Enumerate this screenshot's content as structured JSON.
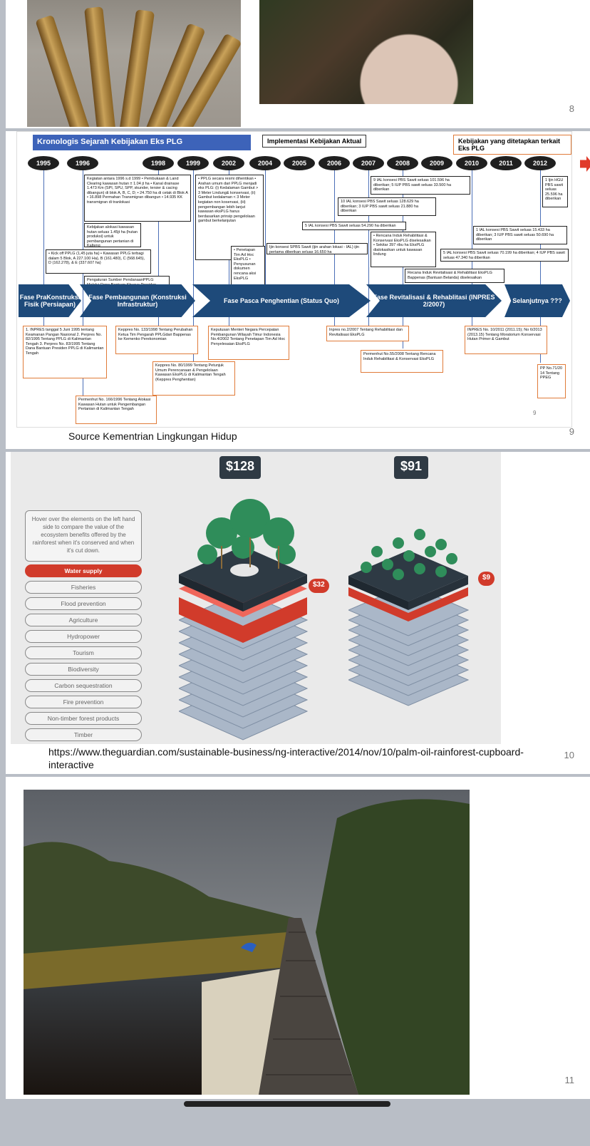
{
  "slides": [
    {
      "number": "8"
    },
    {
      "number": "9",
      "inner_number": "9",
      "title": "Kronologis Sejarah Kebijakan Eks PLG",
      "legend_actual": "Implementasi Kebijakan Aktual",
      "legend_policy": "Kebijakan yang ditetapkan terkait Eks PLG",
      "years": [
        "1995",
        "1996",
        "1998",
        "1999",
        "2002",
        "2004",
        "2005",
        "2006",
        "2007",
        "2008",
        "2009",
        "2010",
        "2011",
        "2012"
      ],
      "phases": [
        "Fase PraKonstruksi Fisik (Persiapan)",
        "Fase Pembangunan (Konstruksi Infrastruktur)",
        "Fase Pasca Penghentian (Status Quo)",
        "Fase Revitalisasi & Rehablitasi (INPRES 2/2007)",
        "Selanjutnya ???"
      ],
      "black_boxes": [
        "Kegiatan antara 1996 s.d 1999 • Pembukaan & Land Clearing kawasan hutan ± 1.04 jt ha • Kanal drainase 1.473 Km (SPI, SPU, SPP, skunder, tersier & cacing dibangun) di blok A, B, C, D; • 24.750 ha di cetak di Blok A • 16.898 Permahan Transmigran dibangun • 14.935 KK transmigran di tranlokasi",
        "• PPLG secara resmi dihentikan • Arahan umum dari PPLG menjadi eks PLG: (i) Kedalaman Gambut > 3 Meter Lindung& konservasi, (ii) Gambut kedalaman < 3 Meter kegiatan non koservasi, (iii) pengembangan lebih lanjut kawasan eksPLG harus berdasarkan prinsip pengelolaan gambut berkelanjutan",
        "Kebijakan alokasi kawasan hutan seluas 1.45jt ha (hutan produksi) untuk pembangunan pertanian di Kalteng",
        "• Kick off PPLG (1,45 juta ha) • Kawasan PPLG terbagi dalam 5 Blok, A 227.100 Ha), B (161.480), C (568.645), D (162.278), & E (337.607 ha)",
        "Pengaturan Sumber PendanaanPPLG Melalui Dana Bantuan Khusus Presiden",
        "• Penetapan Tim Ad Hoc EksPLG • Penyusunan dokumen rencana aksi EksPLG",
        "Ijin konsesi SPBS Sawit (ijin arahan lokasi - IAL) ijin pertama diberikan seluas 16.650 ha",
        "9 IAL konsesi PBS Sawit seluas 101.596 ha diberikan; 5 IUP PBS sawit seluas 33.500 ha diberikan",
        "10 IAL konsesi PBS Sawit seluas 128.629 ha diberikan; 3 IUP PBS sawit seluas 21.880 ha diberikan",
        "5 IAL konsesi PBS Sawit seluas 54.290 ha diberikan",
        "• Rencana Induk Rehabilitasi & Konservasi EksPLG diselesaikan • Sekitar 397 ribu ha EksPLG dialokasikan untuk kawasan lindung",
        "Recana Induk Revitalisasi & Rehablitasi EksPLG Bappenas (Bantuan Belanda) diselesaikan",
        "1 IAL konsesi PBS Sawit seluas 15.433 ha diberikan; 3 IUP PBS sawit seluas 50.690 ha diberikan",
        "5 IAL konsesi PBS Sawit seluas 70.199 ha diberikan; 4 IUP PBS sawit seluas 47.340 ha diberikan",
        "1 Ijin HGU PBS sawit seluas 25.596 ha diberikan"
      ],
      "orange_boxes": [
        "1. INPRES tanggal 5 Juni 1995 tentang Keamanan Pangan Nasional 2. Perpres No. 82/1995 Tentang PPLG di Kalimantan Tengah 3. Perpres No. 83/1995 Tentang Dana Bantuan Presiden PPLG di Kalimantan Tengah",
        "Keppres No. 133/1998 Tentang Perubahan Ketua Tim Pengarah PPLGdari Bappenas ke Kemenko Perekonomian",
        "Keppres No. 80/1999 Tentang Petunjuk Umum Perencanaan & Pengelolaan Kawasan EksPLG di Kalimantan Tengah (Keppres Penghentian)",
        "Permenhut No. 166/1996 Tentang Alokasi Kawasan Hutan untuk Pengembangan Pertanian di Kalimantan Tengah",
        "Keputusan Menteri Negara Percepatan Pembangunan Wilayah Timur Indonesia No.4/2002 Tentang Penetapan Tim Ad Hoc Penyelesaian EksPLG",
        "Inpres no.2/2007 Tentang Rehabilitasi dan Revitalisasi EksPLG",
        "Permenhut No.55/2008 Tentang Rencana Induk Rehabilitasi & Konservasi EksPLG",
        "INPRES No. 10/2011 (2011.15); No 6/2013 (2013.15) Tentang Moratorium Konservasi Hutan Primer & Gambut",
        "PP No.71/20 14 Tentang PPEG"
      ],
      "source": "Source Kementrian Lingkungan Hidup"
    },
    {
      "number": "10",
      "price_left": "$128",
      "price_right": "$91",
      "tag_left": "$32",
      "tag_right": "$9",
      "hint": "Hover over the elements on the left hand side to compare the value of the ecosystem benefits offered by the rainforest when it's conserved and when it's cut down.",
      "benefits": [
        "Water supply",
        "Fisheries",
        "Flood prevention",
        "Agriculture",
        "Hydropower",
        "Tourism",
        "Biodiversity",
        "Carbon sequestration",
        "Fire prevention",
        "Non-timber forest products",
        "Timber"
      ],
      "active_benefit": "Water supply",
      "url": "https://www.theguardian.com/sustainable-business/ng-interactive/2014/nov/10/palm-oil-rainforest-cupboard-interactive"
    },
    {
      "number": "11"
    }
  ],
  "colors": {
    "accent_red": "#d13b2b",
    "title_blue": "#3d63b9",
    "phase_navy": "#1e4a7a",
    "policy_orange": "#e07b39"
  }
}
